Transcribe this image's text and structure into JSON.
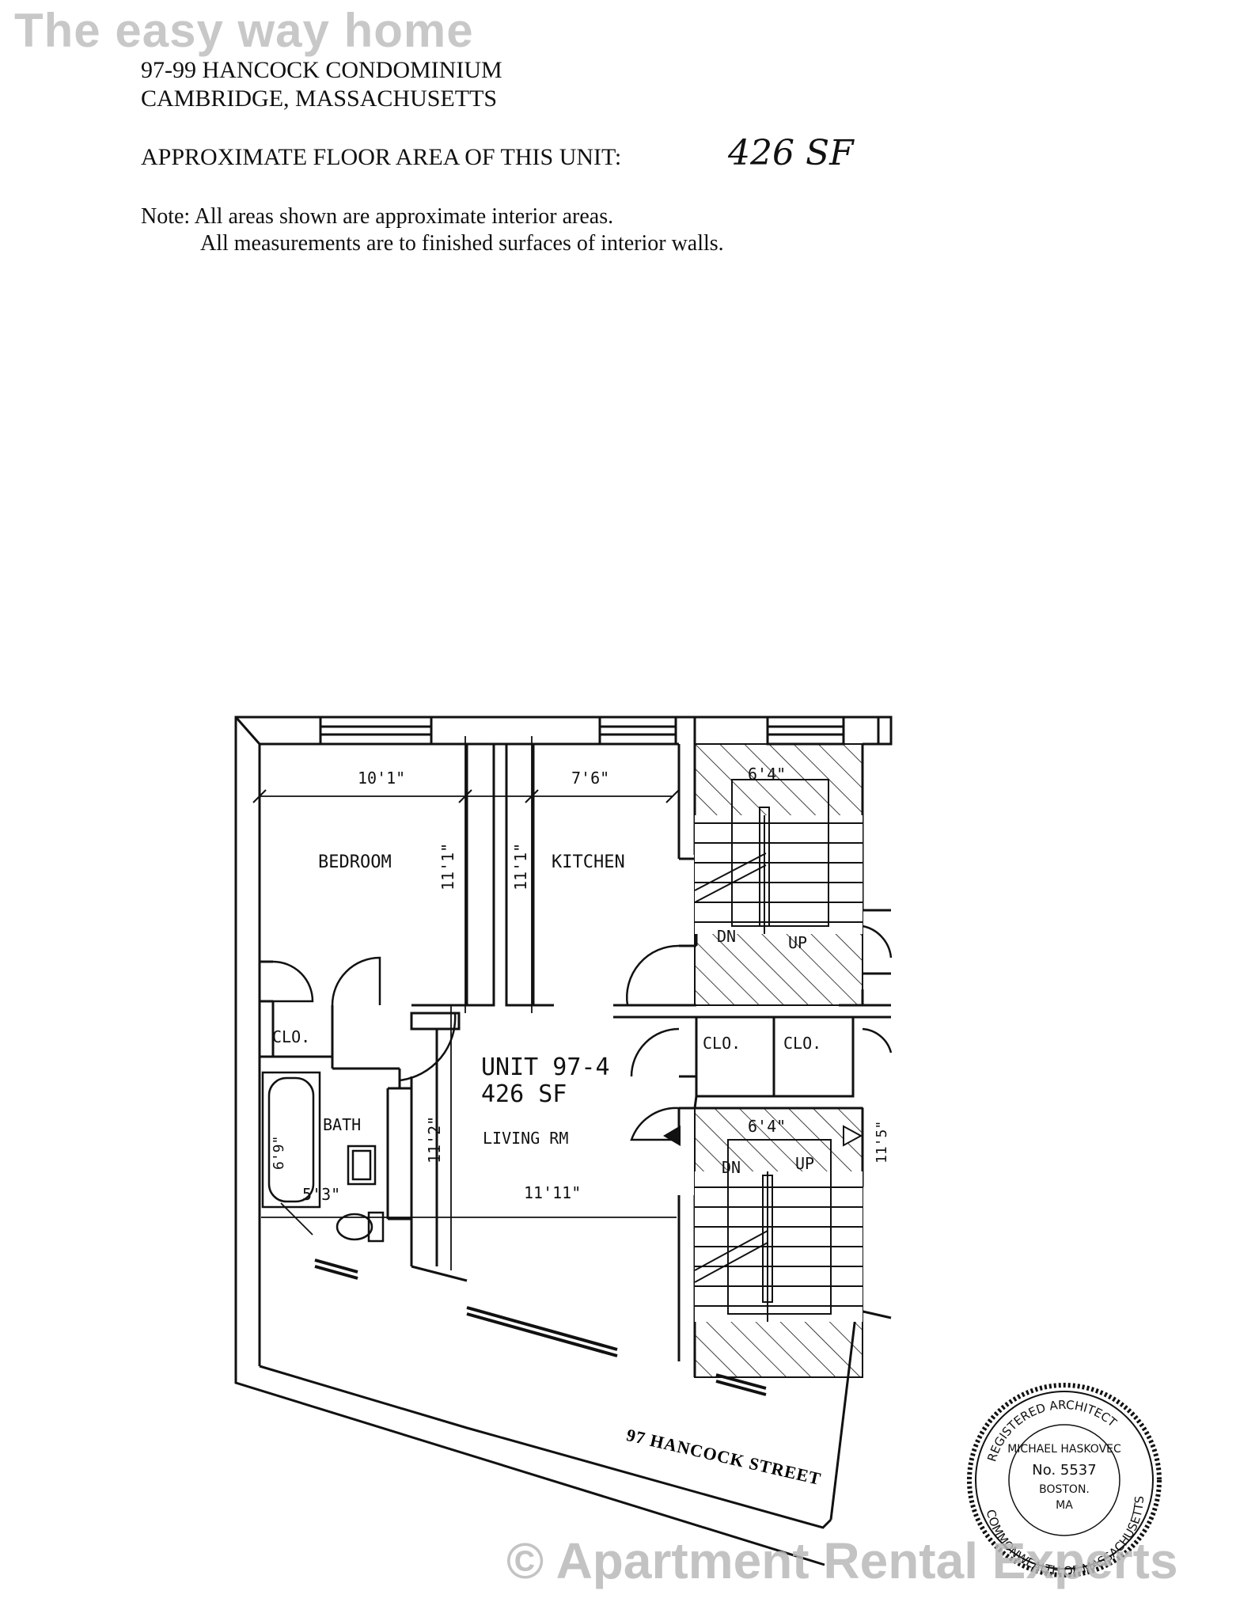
{
  "watermark": {
    "top": "The easy way home",
    "bottom": "© Apartment Rental Experts"
  },
  "header": {
    "line1": "97-99 HANCOCK CONDOMINIUM",
    "line2": "CAMBRIDGE, MASSACHUSETTS",
    "area_label": "APPROXIMATE FLOOR AREA OF THIS UNIT:",
    "area_value": "426 SF"
  },
  "note": {
    "line1": "Note: All areas shown are approximate interior areas.",
    "line2": "All measurements are to finished surfaces of interior walls."
  },
  "plan": {
    "unit_name": "UNIT 97-4",
    "unit_area": "426 SF",
    "rooms": {
      "bedroom": "BEDROOM",
      "kitchen": "KITCHEN",
      "bath": "BATH",
      "living": "LIVING RM",
      "closet": "CLO."
    },
    "dimensions": {
      "bedroom_width": "10'1\"",
      "bedroom_depth": "11'1\"",
      "kitchen_width": "7'6\"",
      "kitchen_depth": "11'1\"",
      "stair_top_width": "6'4\"",
      "stair_bottom_width": "6'4\"",
      "stair_bottom_depth": "11'5\"",
      "tub_length": "6'9\"",
      "bath_width": "5'3\"",
      "living_depth": "11'2\"",
      "living_width": "11'11\""
    },
    "stairs": {
      "down": "DN",
      "up": "UP"
    },
    "street": "97 HANCOCK STREET"
  },
  "seal": {
    "arc_top": "REGISTERED ARCHITECT",
    "name": "MICHAEL HASKOVEC",
    "number": "No. 5537",
    "city": "BOSTON.",
    "state": "MA",
    "arc_bottom": "COMMONWEALTH OF MASSACHUSETTS"
  }
}
